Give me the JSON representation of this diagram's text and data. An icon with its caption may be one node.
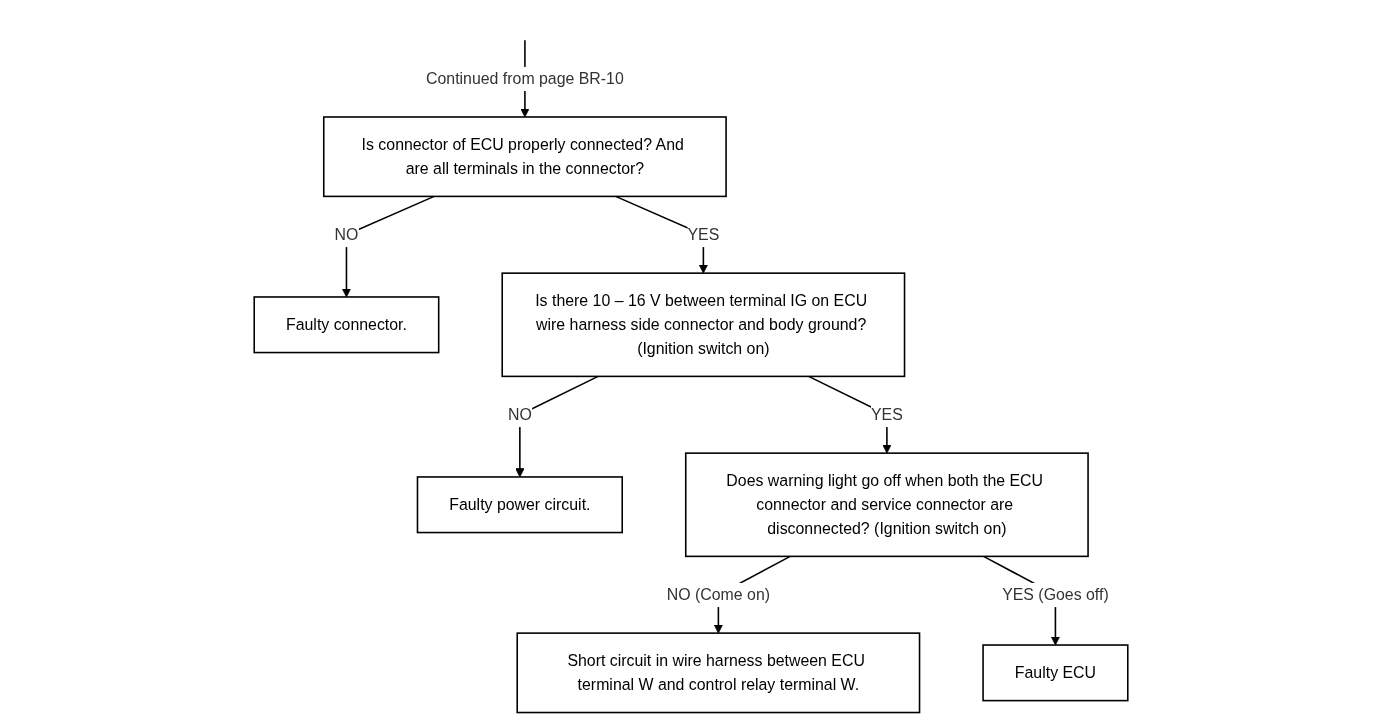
{
  "diagram": {
    "nodes": [
      {
        "text": [
          "Is connector of ECU properly connected? And are all terminals in the connector?"
        ]
      },
      {
        "text": [
          "Faulty connector."
        ]
      },
      {
        "text": [
          "Is there 10 – 16 V between terminal IG on ECU wire harness side connector and body ground? (Ignition switch on)"
        ]
      },
      {
        "text": [
          "Faulty power circuit."
        ]
      },
      {
        "text": [
          "Does warning light go off when both the ECU connector and service connector are disconnected? (Ignition switch on)"
        ]
      },
      {
        "text": [
          "Short circuit in wire harness between ECU terminal W and control relay terminal W."
        ]
      },
      {
        "text": [
          "Faulty ECU"
        ]
      }
    ],
    "edges": [
      {
        "from": null,
        "to": 0,
        "arrow": "to",
        "label": "Continued from page BR-10"
      },
      {
        "from": 0,
        "to": 1,
        "arrow": "to",
        "label": "NO"
      },
      {
        "from": 0,
        "to": 2,
        "arrow": "to",
        "label": "YES"
      },
      {
        "from": 2,
        "to": 3,
        "arrow": "to",
        "label": "NO"
      },
      {
        "from": 2,
        "to": 4,
        "arrow": "to",
        "label": "YES"
      },
      {
        "from": 4,
        "to": 5,
        "arrow": "to",
        "label": "NO (Come on)"
      },
      {
        "from": 4,
        "to": 6,
        "arrow": "to",
        "label": "YES (Goes off)"
      }
    ]
  }
}
